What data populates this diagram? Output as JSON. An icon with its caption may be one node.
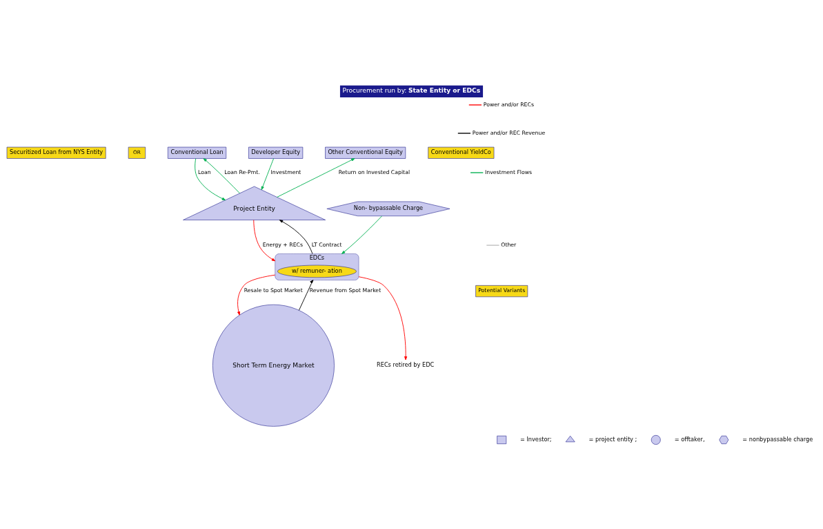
{
  "diagram": {
    "title": "Procurement run by: **State Entity or EDCs**",
    "nodes": [
      {
        "text": [
          "Securitized Loan from NYS Entity"
        ]
      },
      {
        "text": [
          "OR"
        ]
      },
      {
        "text": [
          "Conventional Loan"
        ]
      },
      {
        "text": [
          "Developer Equity"
        ]
      },
      {
        "text": [
          "Other Conventional Equity"
        ]
      },
      {
        "text": [
          "Conventional YieldCo"
        ]
      },
      {
        "text": [
          "Project Entity"
        ]
      },
      {
        "text": [
          "Short Term Energy Market"
        ]
      },
      {
        "text": [
          "EDCs"
        ]
      },
      {
        "text": [
          "w/ remuner- ation"
        ],
        "in": 8
      },
      {
        "text": [
          "Non- bypassable Charge"
        ]
      },
      {
        "text": [
          "RECs retired by EDC"
        ]
      }
    ],
    "edges": [
      {
        "from": 2,
        "to": 6,
        "arrow": "to",
        "label": "Loan",
        "color": "#00b050"
      },
      {
        "from": 6,
        "to": 2,
        "arrow": "to",
        "label": "Loan Re-Pmt.",
        "color": "#00b050"
      },
      {
        "from": 3,
        "to": 6,
        "arrow": "to",
        "label": "Investment",
        "color": "#00b050"
      },
      {
        "from": 6,
        "to": 4,
        "arrow": "to",
        "label": "Return on Invested Capital",
        "color": "#00b050"
      },
      {
        "from": 6,
        "to": 8,
        "arrow": "to",
        "label": "Energy + RECs",
        "color": "#ff0000"
      },
      {
        "from": 8,
        "to": 6,
        "arrow": "to",
        "label": "LT Contract",
        "color": "#000000"
      },
      {
        "from": 8,
        "to": 7,
        "arrow": "to",
        "label": "Resale to Spot Market",
        "color": "#ff0000"
      },
      {
        "from": 7,
        "to": 8,
        "arrow": "to",
        "label": "Revenue from Spot Market",
        "color": "#000000"
      },
      {
        "from": 10,
        "to": 8,
        "arrow": "to",
        "color": "#00b050"
      },
      {
        "from": 8,
        "to": 11,
        "arrow": "to",
        "color": "#ff0000"
      }
    ],
    "legend": [
      {
        "text": "Power and/or RECs"
      },
      {
        "text": "Power and/or REC Revenue"
      },
      {
        "text": "Investment Flows"
      },
      {
        "text": "Other"
      },
      {
        "text": "Potential Variants",
        "color": "#f7d917"
      },
      {
        "text": "= Investor;"
      },
      {
        "text": "= project entity ;"
      },
      {
        "text": "= offtaker,"
      },
      {
        "text": "= nonbypassable charge"
      }
    ]
  }
}
